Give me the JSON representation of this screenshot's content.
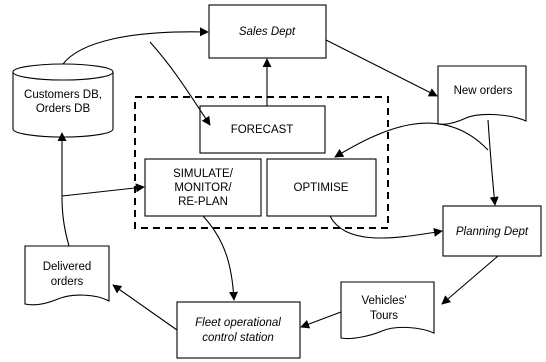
{
  "nodes": {
    "sales_dept": "Sales Dept",
    "customers_db_line1": "Customers DB,",
    "customers_db_line2": "Orders DB",
    "new_orders": "New orders",
    "forecast": "FORECAST",
    "simulate_line1": "SIMULATE/",
    "simulate_line2": "MONITOR/",
    "simulate_line3": "RE-PLAN",
    "optimise": "OPTIMISE",
    "planning_dept": "Planning Dept",
    "delivered_line1": "Delivered",
    "delivered_line2": "orders",
    "vehicles_line1": "Vehicles'",
    "vehicles_line2": "Tours",
    "fleet_line1": "Fleet operational",
    "fleet_line2": "control station"
  }
}
